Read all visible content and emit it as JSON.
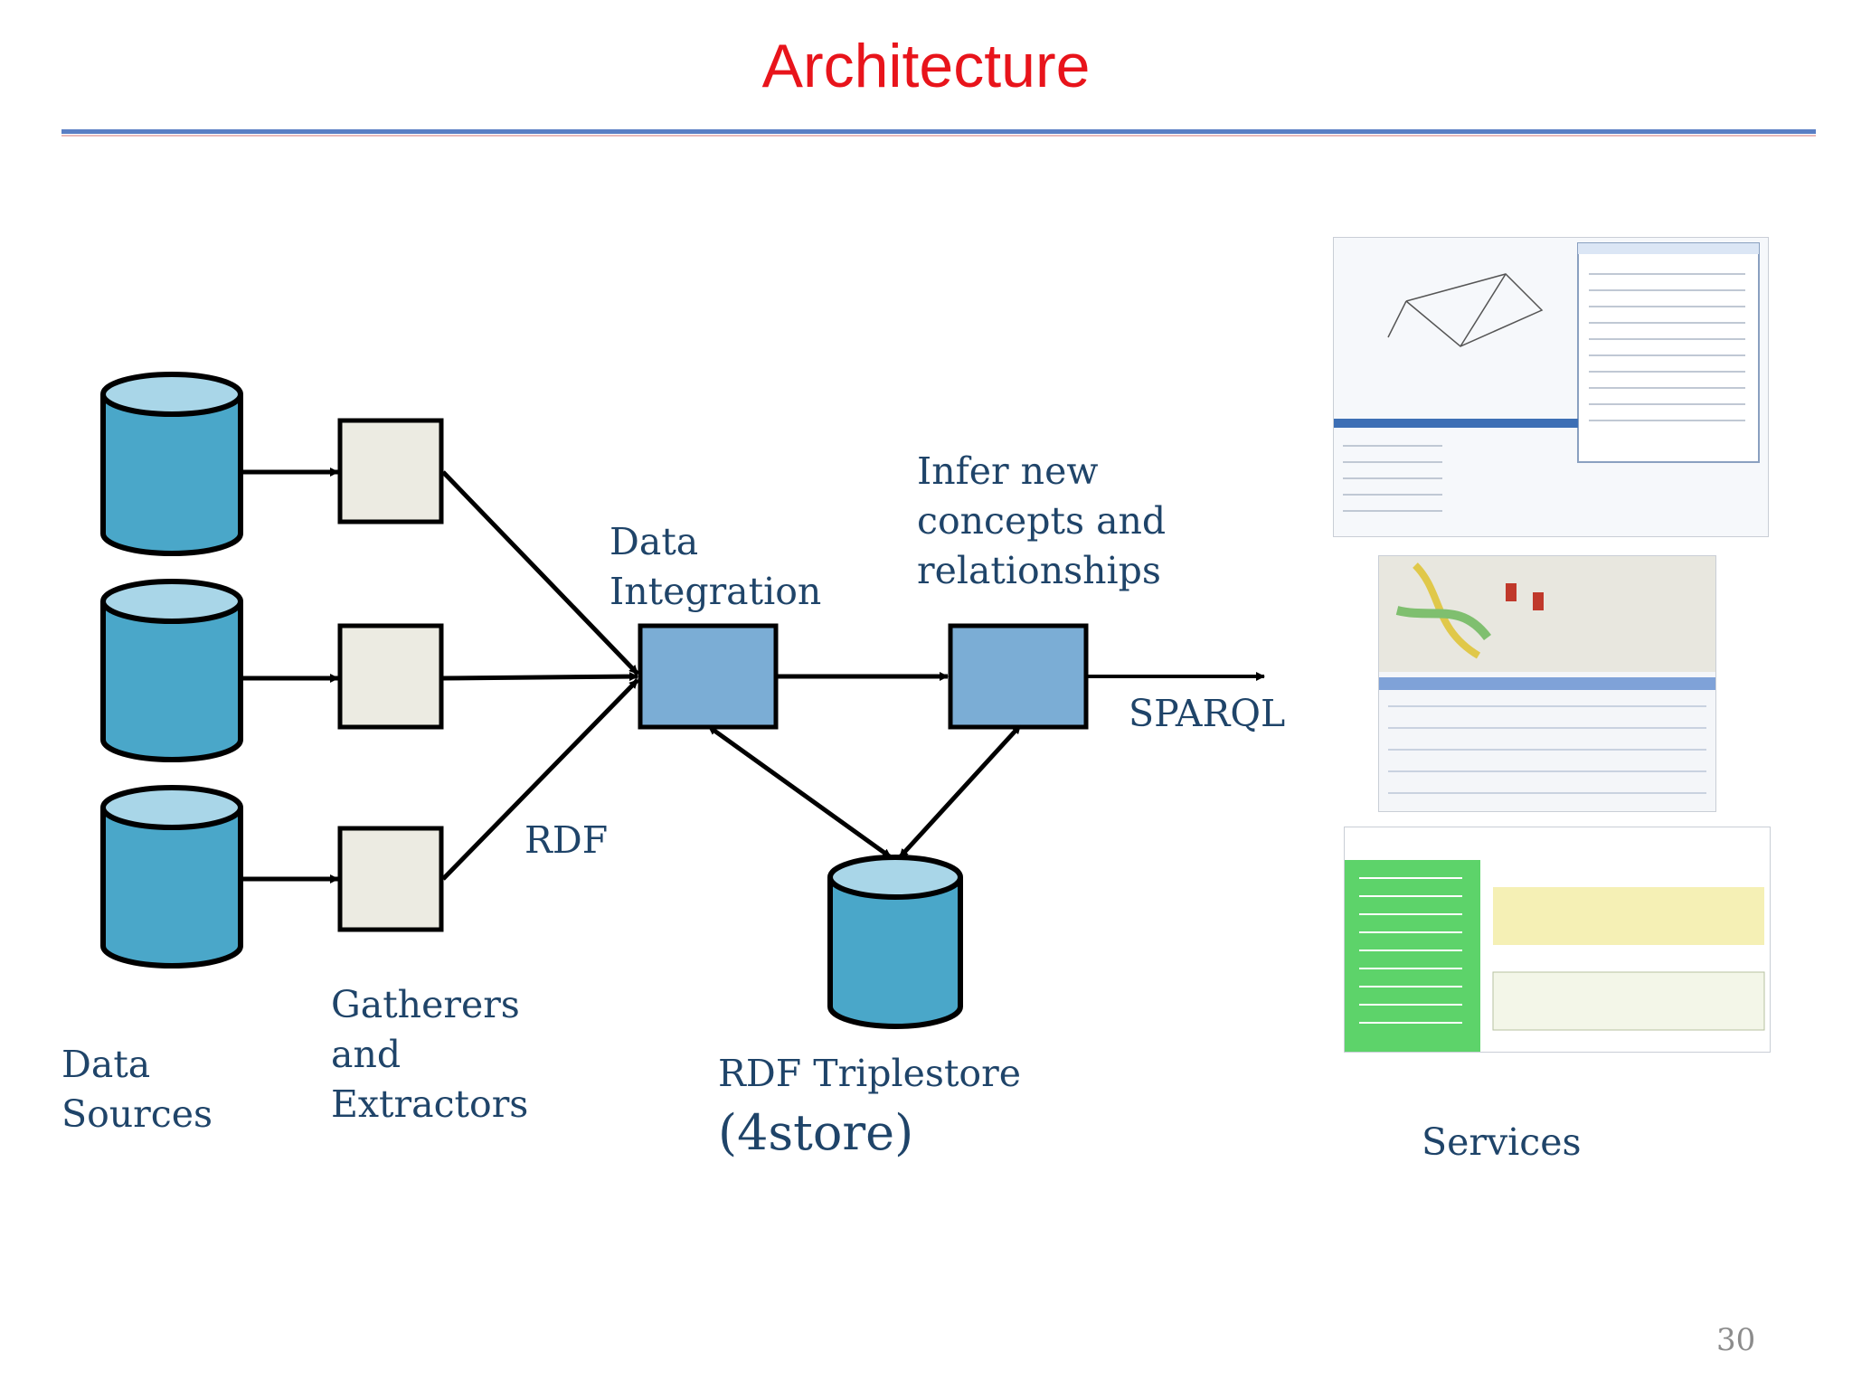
{
  "title": "Architecture",
  "page_number": "30",
  "labels": {
    "data_sources": "Data\nSources",
    "gatherers": "Gatherers\nand\nExtractors",
    "rdf": "RDF",
    "data_integration": "Data\nIntegration",
    "infer": "Infer new\nconcepts and\nrelationships",
    "sparql": "SPARQL",
    "triplestore": "RDF Triplestore",
    "triplestore_name": "(4store)",
    "services": "Services"
  },
  "colors": {
    "title": "#e8141b",
    "label": "#1f4469",
    "cylinder_body": "#4aa7c9",
    "cylinder_top": "#a9d6e8",
    "gatherer_box": "#ecebe2",
    "process_box": "#7badd5",
    "rule": "#5a7fc4"
  }
}
